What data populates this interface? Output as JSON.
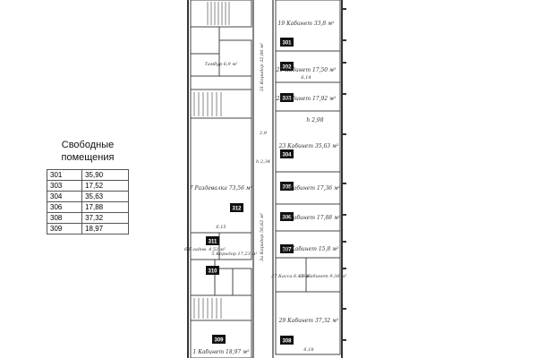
{
  "legend": {
    "title_line1": "Свободные",
    "title_line2": "помещения",
    "rows": [
      {
        "room": "301",
        "area": "35,90"
      },
      {
        "room": "303",
        "area": "17,52"
      },
      {
        "room": "304",
        "area": "35,63"
      },
      {
        "room": "306",
        "area": "17,88"
      },
      {
        "room": "308",
        "area": "37,32"
      },
      {
        "room": "309",
        "area": "18,97"
      }
    ]
  },
  "plan": {
    "room_tags": {
      "r301": "301",
      "r302": "302",
      "r303": "303",
      "r304": "304",
      "r305": "305",
      "r306": "306",
      "r307": "307",
      "r308": "308",
      "r309": "309",
      "r310": "310",
      "r311": "311",
      "r312": "312"
    },
    "labels": {
      "cab19": "19 Кабинет 33,8 м²",
      "cab21": "21 Кабинет 17,50 м²",
      "cab22": "22 Кабинет 17,92 м²",
      "cab23": "23 Кабинет 35,63 м²",
      "cab24": "24 Кабинет 17,36 м²",
      "cab25": "25 Кабинет 17,88 м²",
      "cab26": "26 Кабинет 15,8 м²",
      "kassa": "27 Касса 6,43 м²",
      "cab28": "28 Кабинет 9,36 м²",
      "cab29": "29 Кабинет 37,32 м²",
      "cab1": "1 Кабинет 18,97 м²",
      "razd": "7 Раздевалка 73,56 м²",
      "koridor31": "31 Коридор 32,86 м²",
      "koridor5": "5 Коридор 17,23 м²",
      "koridor3a": "3а Коридор 56,62 м²",
      "kladov": "6 Кладов. 4,53 м²",
      "tambur": "Тамбур 6,9 м²",
      "dim_h": "h 2,98",
      "dim_h2": "h 2,34",
      "dim_2_9": "2,9",
      "dim_6_14": "6,14",
      "dim_6_18": "6,18",
      "dim_6_15": "6,15"
    }
  }
}
